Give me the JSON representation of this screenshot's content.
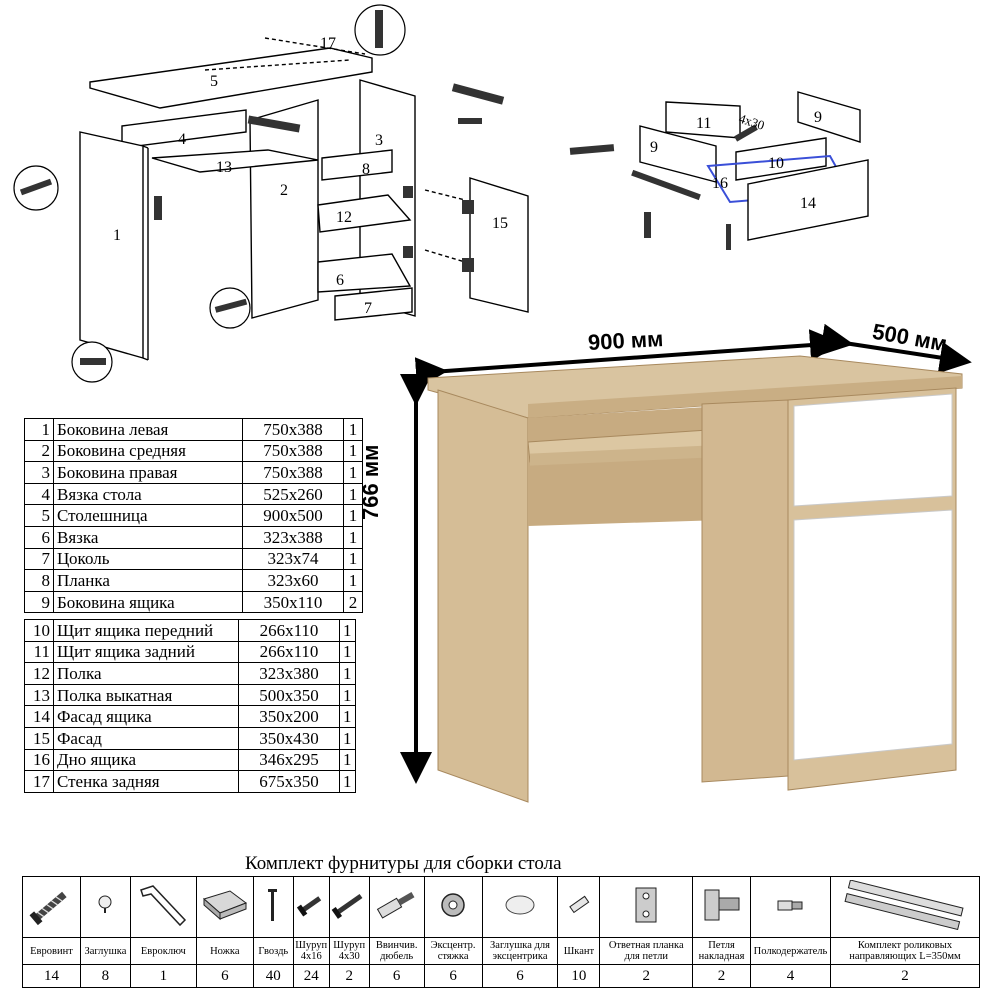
{
  "diagram": {
    "exploded_callouts": [
      "1",
      "2",
      "3",
      "4",
      "5",
      "6",
      "7",
      "8",
      "12",
      "13",
      "15",
      "17"
    ],
    "drawer_callouts": [
      "9",
      "9",
      "10",
      "11",
      "14",
      "16"
    ],
    "drawer_annotation": "4x30"
  },
  "dimensions": {
    "width": "900 мм",
    "depth": "500 мм",
    "height": "766 мм"
  },
  "parts": [
    {
      "no": "1",
      "name": "Боковина левая",
      "size": "750x388",
      "qty": "1"
    },
    {
      "no": "2",
      "name": "Боковина средняя",
      "size": "750x388",
      "qty": "1"
    },
    {
      "no": "3",
      "name": "Боковина правая",
      "size": "750x388",
      "qty": "1"
    },
    {
      "no": "4",
      "name": "Вязка стола",
      "size": "525x260",
      "qty": "1"
    },
    {
      "no": "5",
      "name": "Столешница",
      "size": "900x500",
      "qty": "1"
    },
    {
      "no": "6",
      "name": "Вязка",
      "size": "323x388",
      "qty": "1"
    },
    {
      "no": "7",
      "name": " Цоколь",
      "size": "323x74",
      "qty": "1"
    },
    {
      "no": "8",
      "name": " Планка",
      "size": "323x60",
      "qty": "1"
    },
    {
      "no": "9",
      "name": " Боковина ящика",
      "size": "350x110",
      "qty": "2"
    },
    {
      "no": "10",
      "name": "Щит ящика передний",
      "size": "266x110",
      "qty": "1"
    },
    {
      "no": "11",
      "name": "Щит ящика задний",
      "size": "266x110",
      "qty": "1"
    },
    {
      "no": "12",
      "name": " Полка",
      "size": "323x380",
      "qty": "1"
    },
    {
      "no": "13",
      "name": " Полка выкатная",
      "size": "500x350",
      "qty": "1"
    },
    {
      "no": "14",
      "name": "  Фасад ящика",
      "size": "350x200",
      "qty": "1"
    },
    {
      "no": "15",
      "name": "  Фасад",
      "size": "350x430",
      "qty": "1"
    },
    {
      "no": "16",
      "name": "  Дно ящика",
      "size": "346x295",
      "qty": "1"
    },
    {
      "no": "17",
      "name": " Стенка задняя",
      "size": "675x350",
      "qty": "1"
    }
  ],
  "hardware": {
    "title": "Комплект фурнитуры для сборки стола",
    "items": [
      {
        "icon": "screw-icon",
        "label": "Евровинт",
        "qty": "14"
      },
      {
        "icon": "cap-icon",
        "label": "Заглушка",
        "qty": "8"
      },
      {
        "icon": "hex-key-icon",
        "label": "Евроключ",
        "qty": "1"
      },
      {
        "icon": "foot-icon",
        "label": "Ножка",
        "qty": "6"
      },
      {
        "icon": "nail-icon",
        "label": "Гвоздь",
        "qty": "40"
      },
      {
        "icon": "screw-icon",
        "label": "Шуруп 4x16",
        "qty": "24"
      },
      {
        "icon": "screw-icon",
        "label": "Шуруп 4x30",
        "qty": "2"
      },
      {
        "icon": "dowel-icon",
        "label": "Ввинчив. дюбель",
        "qty": "6"
      },
      {
        "icon": "cam-icon",
        "label": "Эксцентр. стяжка",
        "qty": "6"
      },
      {
        "icon": "cap-icon",
        "label": "Заглушка для эксцентрика",
        "qty": "6"
      },
      {
        "icon": "dowel-icon",
        "label": "Шкант",
        "qty": "10"
      },
      {
        "icon": "plate-icon",
        "label": "Ответная планка для петли",
        "qty": "2"
      },
      {
        "icon": "hinge-icon",
        "label": "Петля накладная",
        "qty": "2"
      },
      {
        "icon": "shelf-pin-icon",
        "label": "Полкодержатель",
        "qty": "4"
      },
      {
        "icon": "rail-icon",
        "label": "Комплект роликовых направляющих L=350мм",
        "qty": "2"
      }
    ]
  },
  "colors": {
    "wood": "#d9c4a0",
    "wood_dark": "#b99c73",
    "white_panel": "#ffffff",
    "drawer_bottom": "#3a4fd8"
  }
}
